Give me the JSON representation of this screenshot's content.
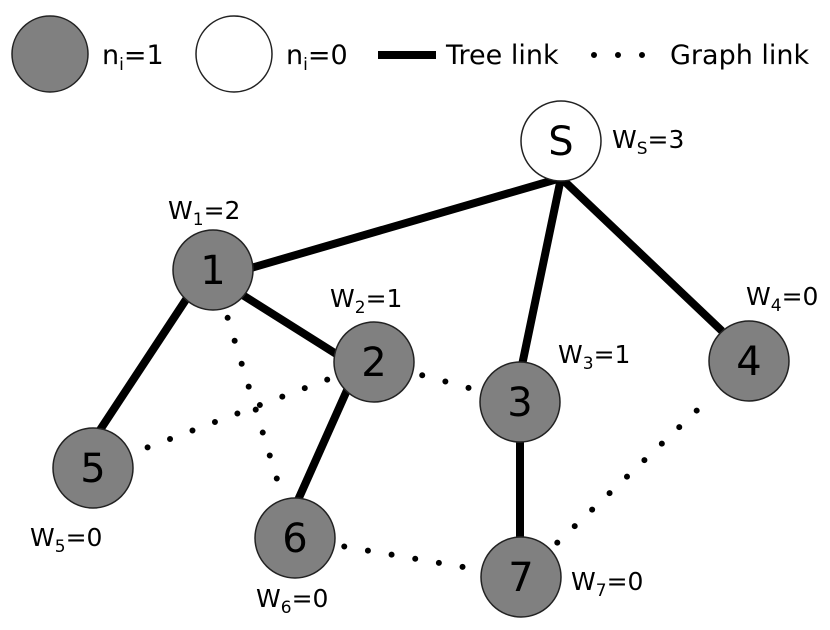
{
  "legend": {
    "active_text": "n",
    "active_sub": "i",
    "active_value": "=1",
    "inactive_text": "n",
    "inactive_sub": "i",
    "inactive_value": "=0",
    "tree_link": "Tree link",
    "graph_link": "Graph link"
  },
  "colors": {
    "active_fill": "#808080",
    "inactive_fill": "#ffffff",
    "link": "#000000"
  },
  "nodes": [
    {
      "id": "S",
      "label": "S",
      "active": false,
      "weight_letter": "W",
      "weight_sub": "S",
      "weight_value": "=3"
    },
    {
      "id": "1",
      "label": "1",
      "active": true,
      "weight_letter": "W",
      "weight_sub": "1",
      "weight_value": "=2"
    },
    {
      "id": "2",
      "label": "2",
      "active": true,
      "weight_letter": "W",
      "weight_sub": "2",
      "weight_value": "=1"
    },
    {
      "id": "3",
      "label": "3",
      "active": true,
      "weight_letter": "W",
      "weight_sub": "3",
      "weight_value": "=1"
    },
    {
      "id": "4",
      "label": "4",
      "active": true,
      "weight_letter": "W",
      "weight_sub": "4",
      "weight_value": "=0"
    },
    {
      "id": "5",
      "label": "5",
      "active": true,
      "weight_letter": "W",
      "weight_sub": "5",
      "weight_value": "=0"
    },
    {
      "id": "6",
      "label": "6",
      "active": true,
      "weight_letter": "W",
      "weight_sub": "6",
      "weight_value": "=0"
    },
    {
      "id": "7",
      "label": "7",
      "active": true,
      "weight_letter": "W",
      "weight_sub": "7",
      "weight_value": "=0"
    }
  ],
  "tree_links": [
    [
      "S",
      "1"
    ],
    [
      "S",
      "3"
    ],
    [
      "S",
      "4"
    ],
    [
      "1",
      "5"
    ],
    [
      "1",
      "2"
    ],
    [
      "2",
      "6"
    ],
    [
      "3",
      "7"
    ]
  ],
  "graph_links": [
    [
      "1",
      "6"
    ],
    [
      "2",
      "5"
    ],
    [
      "2",
      "3"
    ],
    [
      "6",
      "7"
    ],
    [
      "7",
      "4"
    ]
  ]
}
